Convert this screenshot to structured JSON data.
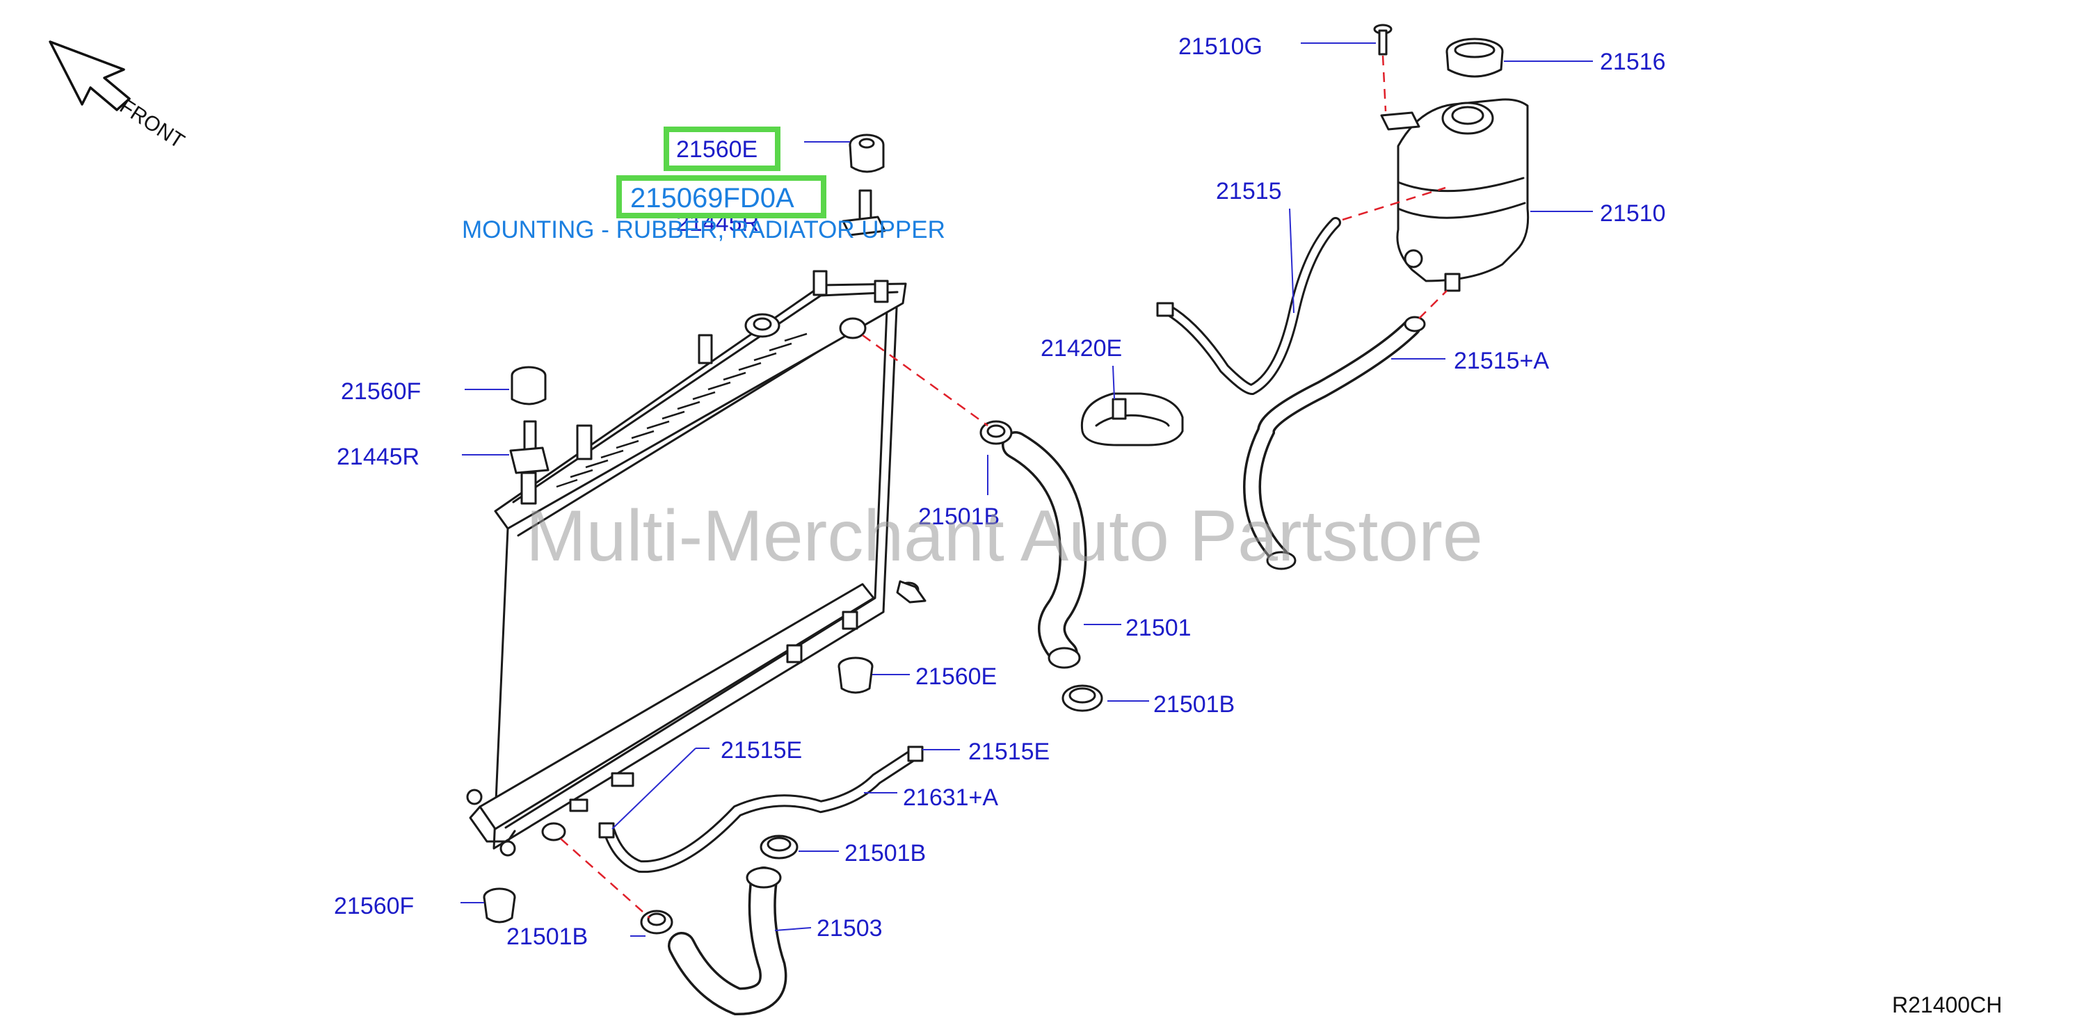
{
  "front_label": "FRONT",
  "diagram_ref": "R21400CH",
  "watermark": "Multi-Merchant Auto Partstore",
  "highlight": {
    "part_code": "21560E",
    "part_number": "215069FD0A",
    "description": "MOUNTING - RUBBER, RADIATOR UPPER"
  },
  "labels": [
    {
      "id": "lbl-21510g",
      "text": "21510G"
    },
    {
      "id": "lbl-21516",
      "text": "21516"
    },
    {
      "id": "lbl-21515",
      "text": "21515"
    },
    {
      "id": "lbl-21510",
      "text": "21510"
    },
    {
      "id": "lbl-21445r-top",
      "text": "21445R"
    },
    {
      "id": "lbl-21420e",
      "text": "21420E"
    },
    {
      "id": "lbl-21515a",
      "text": "21515+A"
    },
    {
      "id": "lbl-21560f-top",
      "text": "21560F"
    },
    {
      "id": "lbl-21445r-left",
      "text": "21445R"
    },
    {
      "id": "lbl-21501b-upper",
      "text": "21501B"
    },
    {
      "id": "lbl-21501",
      "text": "21501"
    },
    {
      "id": "lbl-21560e-lower",
      "text": "21560E"
    },
    {
      "id": "lbl-21501b-mid",
      "text": "21501B"
    },
    {
      "id": "lbl-21515e-a",
      "text": "21515E"
    },
    {
      "id": "lbl-21515e-b",
      "text": "21515E"
    },
    {
      "id": "lbl-21631a",
      "text": "21631+A"
    },
    {
      "id": "lbl-21501b-low",
      "text": "21501B"
    },
    {
      "id": "lbl-21560f-low",
      "text": "21560F"
    },
    {
      "id": "lbl-21503",
      "text": "21503"
    },
    {
      "id": "lbl-21501b-bottom",
      "text": "21501B"
    }
  ]
}
